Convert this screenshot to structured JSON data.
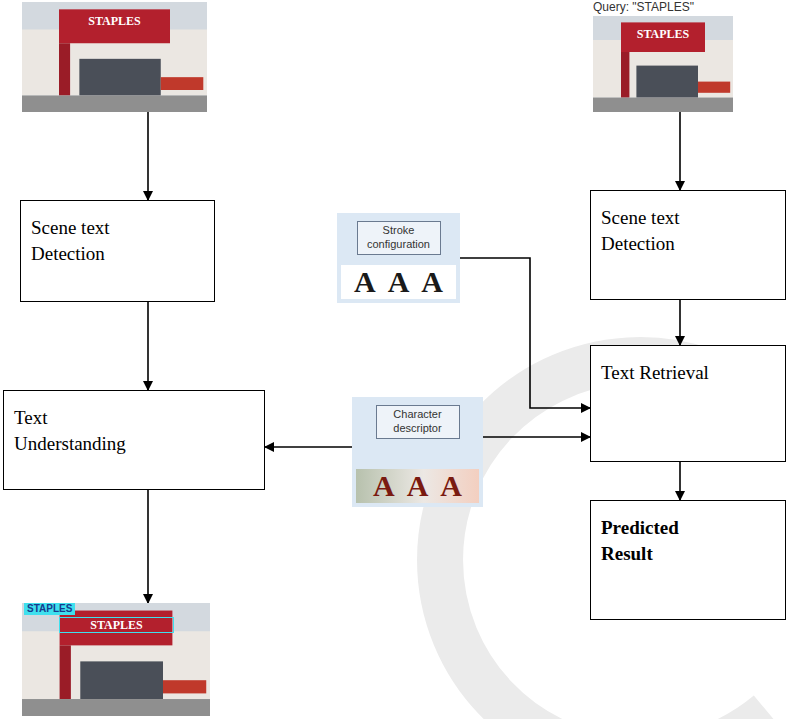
{
  "diagram": {
    "nodes": [
      {
        "text": [
          "STAPLES"
        ]
      },
      {
        "text": [
          "Query: \"STAPLES\"",
          "STAPLES"
        ]
      },
      {
        "text": [
          "Scene text Detection"
        ]
      },
      {
        "text": [
          "Stroke configuration",
          "AAA"
        ]
      },
      {
        "text": [
          "Scene text Detection"
        ]
      },
      {
        "text": [
          "Text Retrieval"
        ]
      },
      {
        "text": [
          "Text Understanding"
        ]
      },
      {
        "text": [
          "Character descriptor",
          "AAA"
        ]
      },
      {
        "text": [
          "Predicted Result"
        ]
      },
      {
        "text": [
          "STAPLES",
          "STAPLES"
        ]
      }
    ],
    "edges": [
      {
        "from": 0,
        "to": 2,
        "arrow": "to"
      },
      {
        "from": 2,
        "to": 6,
        "arrow": "to"
      },
      {
        "from": 6,
        "to": 9,
        "arrow": "to"
      },
      {
        "from": 1,
        "to": 4,
        "arrow": "to"
      },
      {
        "from": 4,
        "to": 5,
        "arrow": "to"
      },
      {
        "from": 5,
        "to": 8,
        "arrow": "to"
      },
      {
        "from": 3,
        "to": 5,
        "arrow": "to"
      },
      {
        "from": 7,
        "to": 6,
        "arrow": "to"
      },
      {
        "from": 7,
        "to": 5,
        "arrow": "to"
      }
    ]
  }
}
